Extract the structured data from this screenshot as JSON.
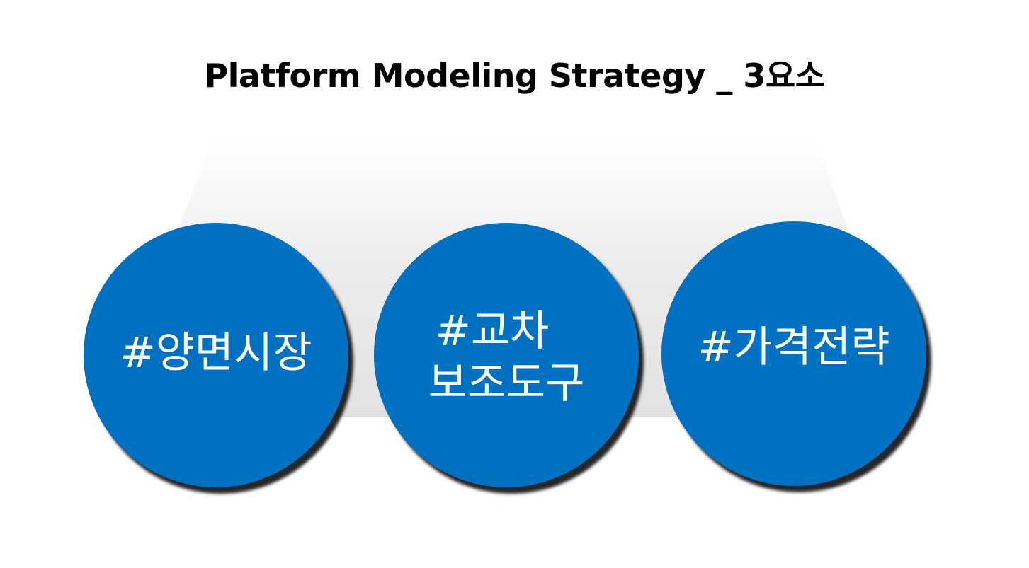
{
  "title": "Platform Modeling Strategy _ 3요소",
  "elements": [
    {
      "lines": [
        "#양면시장"
      ]
    },
    {
      "lines": [
        "#교차",
        "보조도구"
      ]
    },
    {
      "lines": [
        "#가격전략"
      ]
    }
  ],
  "colors": {
    "circle": "#0070c0",
    "text": "#ffffff",
    "title": "#000000"
  }
}
